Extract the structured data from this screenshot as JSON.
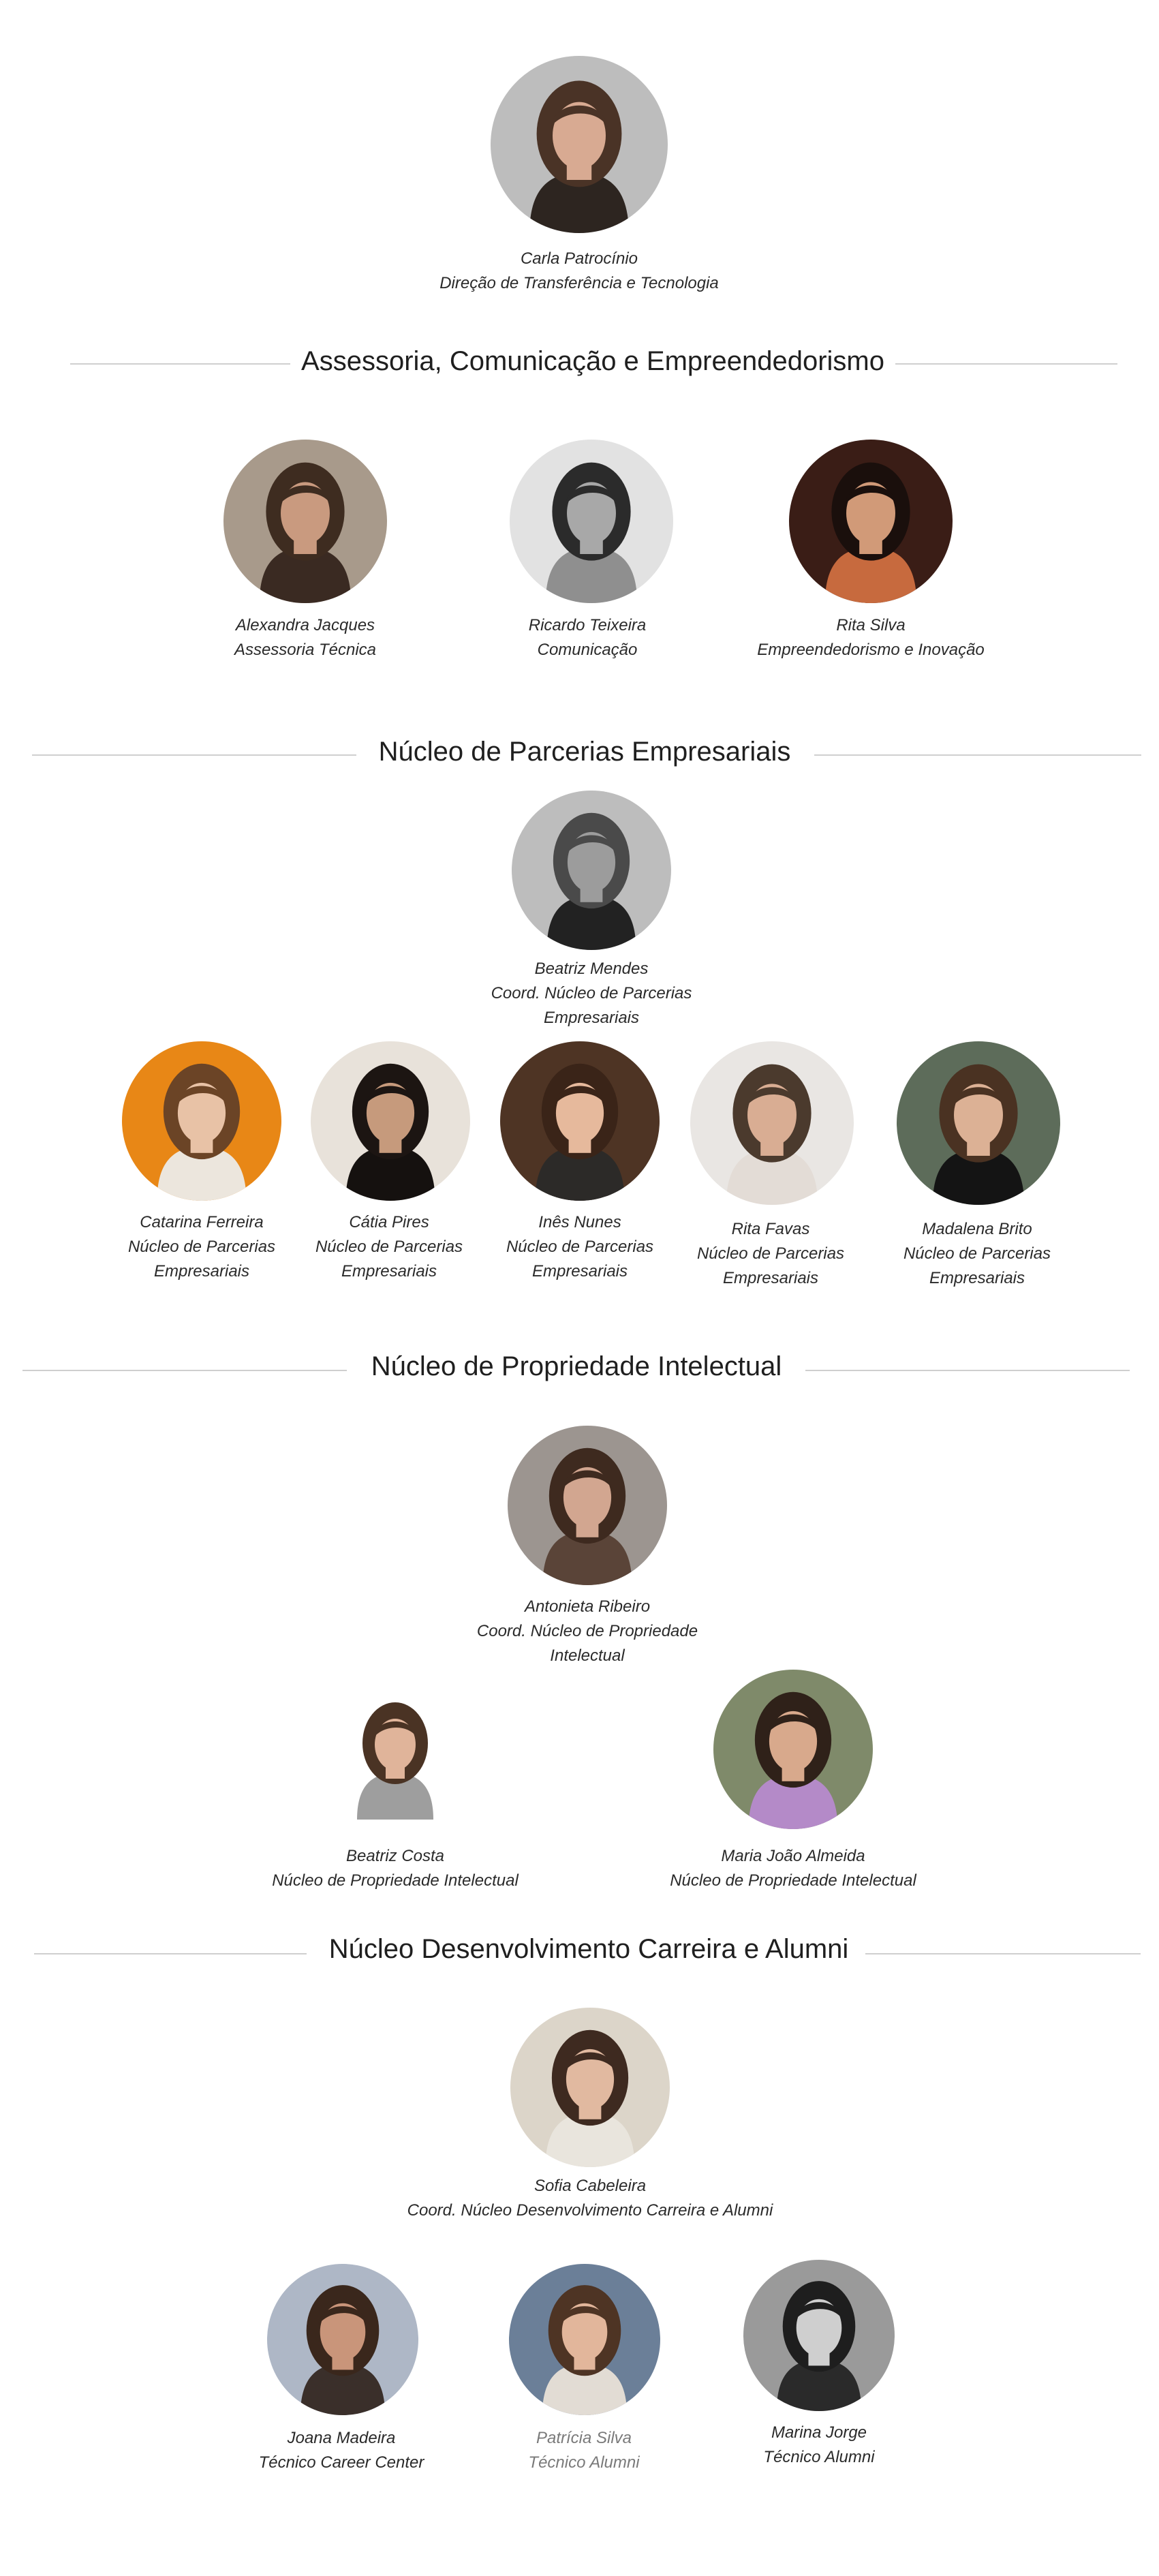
{
  "director": {
    "name": "Carla Patrocínio",
    "role": "Direção de Transferência e Tecnologia",
    "photo": {
      "bg": "#bdbdbd",
      "hair": "#4a3326",
      "skin": "#d8aa92",
      "clothes": "#2d2520",
      "icon": "portrait-photo"
    }
  },
  "sections": [
    {
      "title": "Assessoria, Comunicação e Empreendedorismo"
    },
    {
      "title": "Núcleo de Parcerias Empresariais"
    },
    {
      "title": "Núcleo de Propriedade Intelectual"
    },
    {
      "title": "Núcleo Desenvolvimento Carreira e Alumni"
    }
  ],
  "assessoria": [
    {
      "name": "Alexandra Jacques",
      "role": "Assessoria Técnica",
      "photo": {
        "bg": "#a89a8b",
        "hair": "#3e2c20",
        "skin": "#c99a7f",
        "clothes": "#3a2a22"
      }
    },
    {
      "name": "Ricardo Teixeira",
      "role": "Comunicação",
      "photo": {
        "bg": "#e2e2e2",
        "hair": "#2b2b2b",
        "skin": "#a8a8a8",
        "clothes": "#8f8f8f"
      }
    },
    {
      "name": "Rita Silva",
      "role": "Empreendedorismo e Inovação",
      "photo": {
        "bg": "#3a1d16",
        "hair": "#1a0f0c",
        "skin": "#d19a78",
        "clothes": "#c76a3e"
      }
    }
  ],
  "parcerias_coord": {
    "name": "Beatriz Mendes",
    "role": "Coord. Núcleo de Parcerias Empresariais",
    "photo": {
      "bg": "#bdbdbd",
      "hair": "#4a4a4a",
      "skin": "#9c9c9c",
      "clothes": "#222222"
    }
  },
  "parcerias": [
    {
      "name": "Catarina Ferreira",
      "role": "Núcleo de Parcerias Empresariais",
      "photo": {
        "bg": "#e88716",
        "hair": "#6b4426",
        "skin": "#e8c2a6",
        "clothes": "#ece6dd"
      }
    },
    {
      "name": "Cátia Pires",
      "role": "Núcleo de Parcerias Empresariais",
      "photo": {
        "bg": "#e8e2da",
        "hair": "#1c1512",
        "skin": "#c69a7c",
        "clothes": "#15110f"
      }
    },
    {
      "name": "Inês Nunes",
      "role": "Núcleo de Parcerias Empresariais",
      "photo": {
        "bg": "#4e3424",
        "hair": "#3a2418",
        "skin": "#e6b99c",
        "clothes": "#2c2a28"
      }
    },
    {
      "name": "Rita Favas",
      "role": "Núcleo de Parcerias Empresariais",
      "photo": {
        "bg": "#e9e6e3",
        "hair": "#4b3a2d",
        "skin": "#d9ad93",
        "clothes": "#e3dcd6"
      }
    },
    {
      "name": "Madalena Brito",
      "role": "Núcleo de Parcerias Empresariais",
      "photo": {
        "bg": "#5d6c5a",
        "hair": "#4a3222",
        "skin": "#dcb195",
        "clothes": "#141414"
      }
    }
  ],
  "pi_coord": {
    "name": "Antonieta Ribeiro",
    "role": "Coord. Núcleo de Propriedade Intelectual",
    "photo": {
      "bg": "#9c9590",
      "hair": "#3e2a1f",
      "skin": "#d2a690",
      "clothes": "#5a4438"
    }
  },
  "pi": [
    {
      "name": "Beatriz Costa",
      "role": "Núcleo de Propriedade Intelectual",
      "photo": {
        "bg": "#ffffff",
        "hair": "#4a3324",
        "skin": "#e0b49a",
        "clothes": "#9e9e9e"
      }
    },
    {
      "name": "Maria João Almeida",
      "role": "Núcleo de Propriedade Intelectual",
      "photo": {
        "bg": "#7f8a6a",
        "hair": "#2f2119",
        "skin": "#d8a98c",
        "clothes": "#b48ac8"
      }
    }
  ],
  "carreira_coord": {
    "name": "Sofia Cabeleira",
    "role": "Coord. Núcleo Desenvolvimento Carreira e Alumni",
    "photo": {
      "bg": "#dcd5c9",
      "hair": "#3e2a20",
      "skin": "#e1b9a0",
      "clothes": "#e9e5dd"
    }
  },
  "carreira": [
    {
      "name": "Joana Madeira",
      "role": "Técnico Career Center",
      "photo": {
        "bg": "#aeb7c6",
        "hair": "#3a271c",
        "skin": "#c9957a",
        "clothes": "#3a2f2a"
      }
    },
    {
      "name": "Patrícia Silva",
      "role": "Técnico Alumni",
      "photo": {
        "bg": "#6b7f98",
        "hair": "#4e3424",
        "skin": "#e2b69b",
        "clothes": "#e2dcd4"
      }
    },
    {
      "name": "Marina Jorge",
      "role": "Técnico Alumni",
      "photo": {
        "bg": "#9a9a9a",
        "hair": "#1e1e1e",
        "skin": "#cfcfcf",
        "clothes": "#2a2a2a"
      }
    }
  ]
}
